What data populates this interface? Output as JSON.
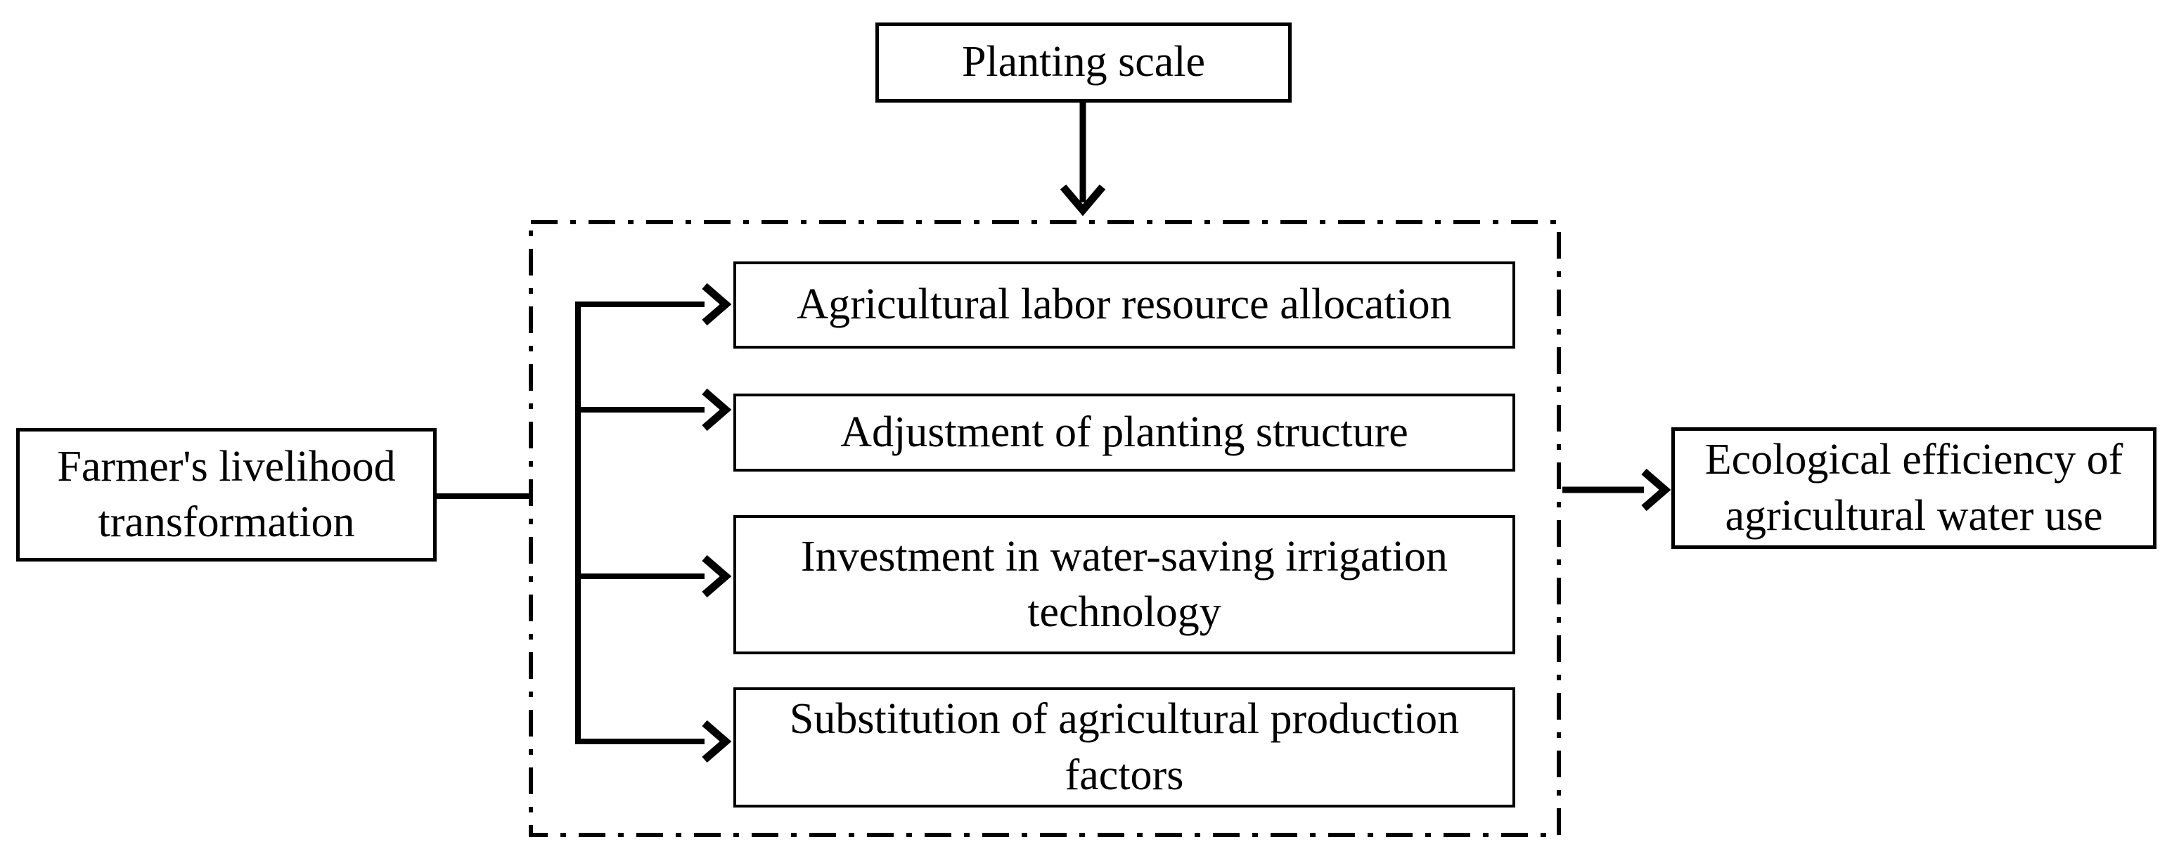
{
  "figure": {
    "background_color": "#ffffff",
    "line_color": "#000000",
    "box_fill_color": "#ffffff",
    "nodes": {
      "planting_scale": {
        "label": "Planting scale"
      },
      "farmer_livelihood": {
        "label": "Farmer's livelihood\ntransformation"
      },
      "mediators": [
        {
          "label": "Agricultural labor resource allocation"
        },
        {
          "label": "Adjustment of planting structure"
        },
        {
          "label": "Investment in water-saving irrigation\ntechnology"
        },
        {
          "label": "Substitution of agricultural production\nfactors"
        }
      ],
      "outcome": {
        "label": "Ecological efficiency of\nagricultural water use"
      }
    }
  }
}
